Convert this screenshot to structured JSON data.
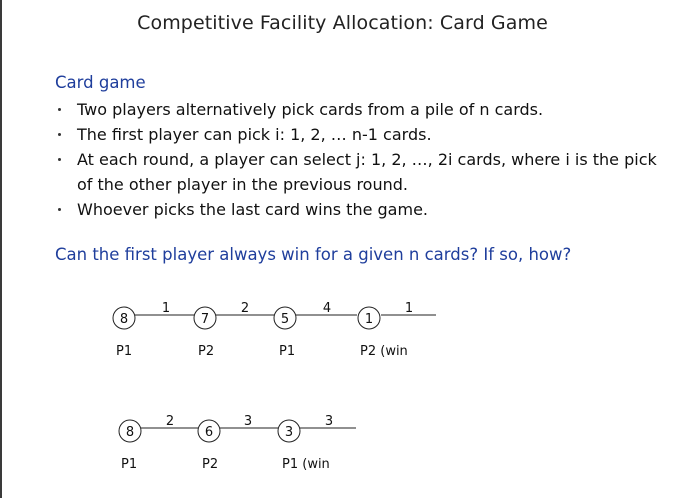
{
  "title": "Competitive Facility Allocation: Card Game",
  "heading": "Card game",
  "bullets": [
    "Two players alternatively pick cards from a pile of n cards.",
    "The first player can pick i: 1, 2, … n-1 cards.",
    "At each round, a player can select j: 1, 2, …, 2i cards, where i is the pick of the other player in the previous round.",
    "Whoever picks the last card wins the game."
  ],
  "question": "Can the first player always win for a given n cards? If so, how?",
  "chains": [
    {
      "nodes": [
        "8",
        "7",
        "5",
        "1"
      ],
      "picks": [
        "1",
        "2",
        "4",
        "1"
      ],
      "players": [
        "P1",
        "P2",
        "P1",
        "P2 (win"
      ]
    },
    {
      "nodes": [
        "8",
        "6",
        "3"
      ],
      "picks": [
        "2",
        "3",
        "3"
      ],
      "players": [
        "P1",
        "P2",
        "P1 (win"
      ]
    }
  ]
}
